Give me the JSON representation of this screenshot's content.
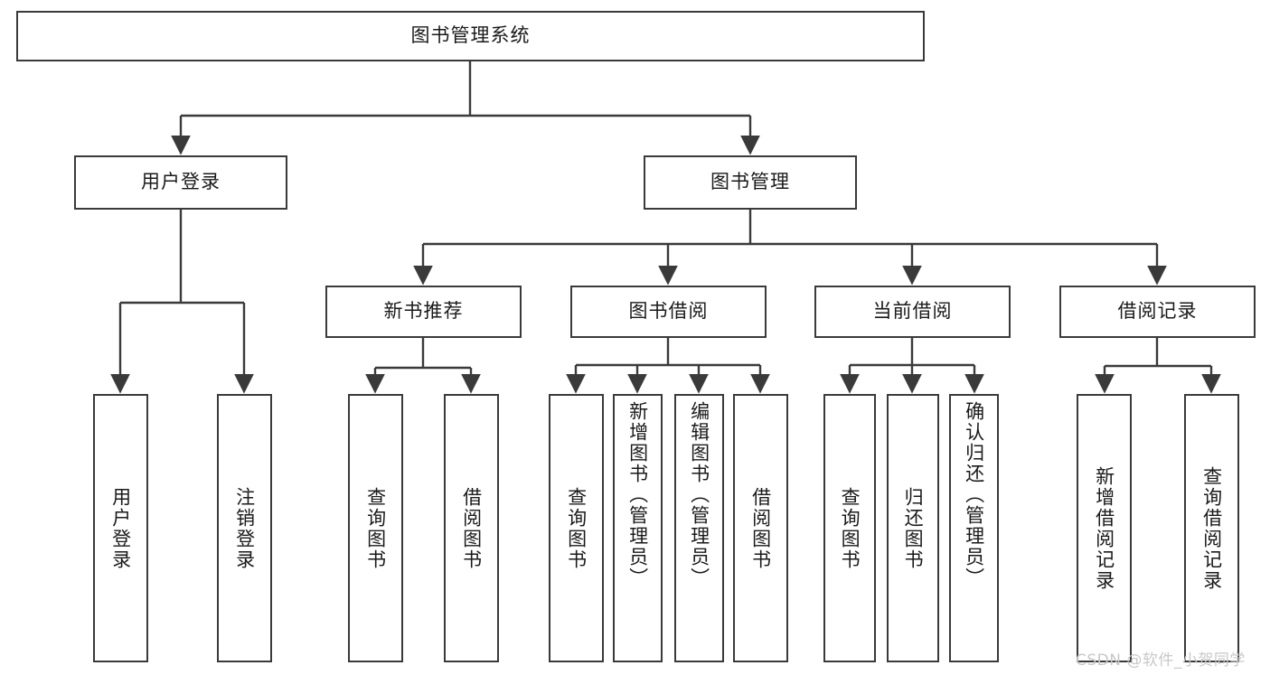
{
  "diagram": {
    "title": "图书管理系统",
    "type": "tree-hierarchy-diagram",
    "watermark": "CSDN @软件_小贺同学",
    "colors": {
      "background": "#ffffff",
      "node_border": "#3a3a3a",
      "node_fill": "#ffffff",
      "connector": "#3a3a3a",
      "text": "#1a1a1a",
      "watermark": "#c8c8c8"
    },
    "nodes": {
      "root": {
        "label": "图书管理系统"
      },
      "level2": [
        {
          "id": "user-login",
          "label": "用户登录"
        },
        {
          "id": "book-management",
          "label": "图书管理"
        }
      ],
      "level3": [
        {
          "id": "new-book-recommend",
          "label": "新书推荐"
        },
        {
          "id": "book-borrow",
          "label": "图书借阅"
        },
        {
          "id": "current-borrow",
          "label": "当前借阅"
        },
        {
          "id": "borrow-record",
          "label": "借阅记录"
        }
      ],
      "leaves": {
        "user_login": [
          {
            "id": "leaf-user-login",
            "label": "用户登录"
          },
          {
            "id": "leaf-logout",
            "label": "注销登录"
          }
        ],
        "new_book_recommend": [
          {
            "id": "leaf-query-book-1",
            "label": "查询图书"
          },
          {
            "id": "leaf-borrow-book-1",
            "label": "借阅图书"
          }
        ],
        "book_borrow": [
          {
            "id": "leaf-query-book-2",
            "label": "查询图书"
          },
          {
            "id": "leaf-add-book",
            "label": "新增图书（管理员）"
          },
          {
            "id": "leaf-edit-book",
            "label": "编辑图书（管理员）"
          },
          {
            "id": "leaf-borrow-book-2",
            "label": "借阅图书"
          }
        ],
        "current_borrow": [
          {
            "id": "leaf-query-book-3",
            "label": "查询图书"
          },
          {
            "id": "leaf-return-book",
            "label": "归还图书"
          },
          {
            "id": "leaf-confirm-return",
            "label": "确认归还（管理员）"
          }
        ],
        "borrow_record": [
          {
            "id": "leaf-add-record",
            "label": "新增借阅记录"
          },
          {
            "id": "leaf-query-record",
            "label": "查询借阅记录"
          }
        ]
      }
    }
  }
}
